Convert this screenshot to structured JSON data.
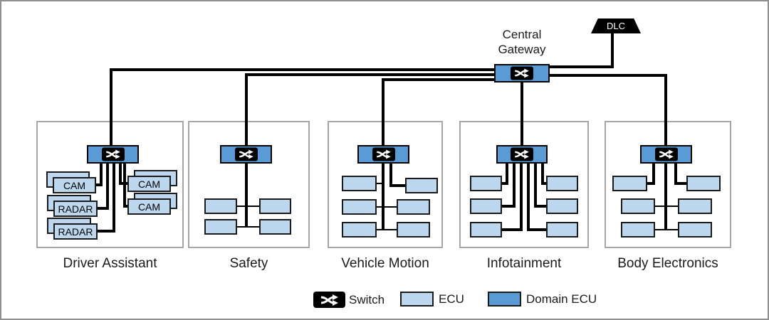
{
  "header": {
    "central_gateway_label": "Central Gateway",
    "dlc_label": "DLC"
  },
  "domains": [
    {
      "name": "Driver Assistant",
      "ecu_labels": [
        "CAM",
        "RADAR",
        "RADAR",
        "CAM",
        "CAM"
      ]
    },
    {
      "name": "Safety"
    },
    {
      "name": "Vehicle Motion"
    },
    {
      "name": "Infotainment"
    },
    {
      "name": "Body Electronics"
    }
  ],
  "legend": {
    "switch_label": "Switch",
    "ecu_label": "ECU",
    "domain_ecu_label": "Domain ECU"
  },
  "icons": {
    "switch": "shuffle-crossed-arrows"
  },
  "colors": {
    "domain_ecu_fill": "#5B9BD5",
    "ecu_fill": "#BDD7EE",
    "wire": "#000000",
    "panel_border": "#A6A6A6"
  }
}
